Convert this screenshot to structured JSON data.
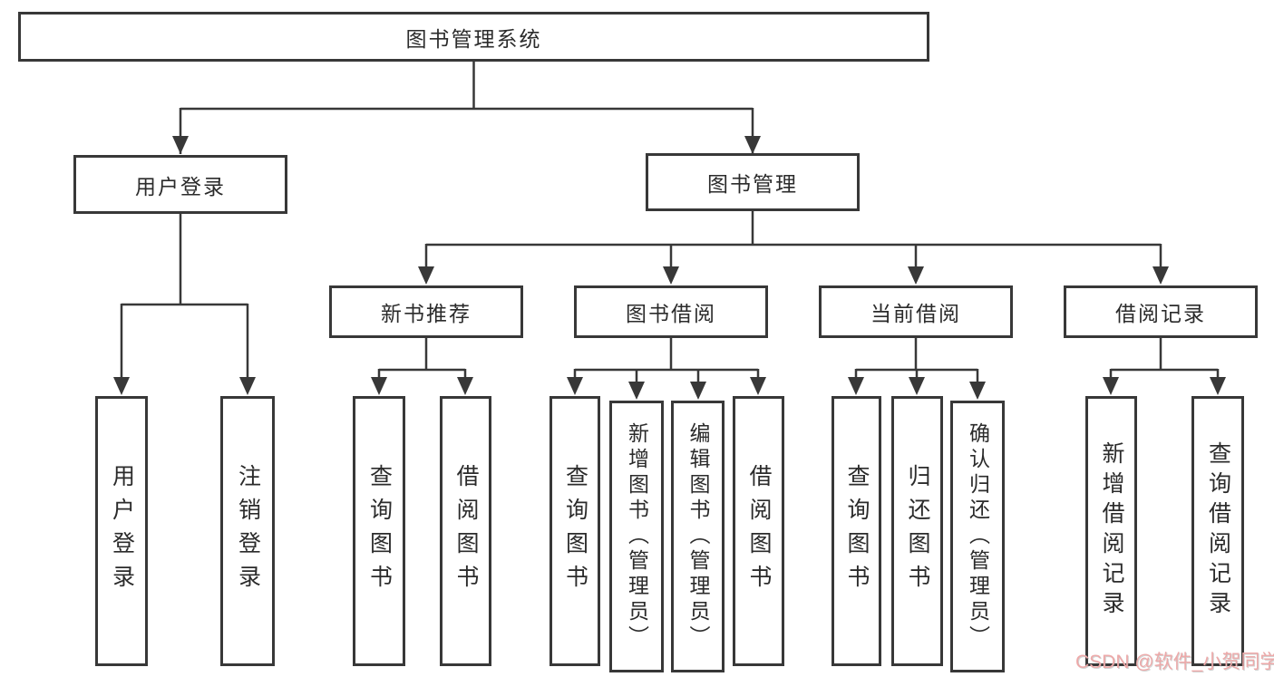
{
  "tree": {
    "label": "图书管理系统",
    "children": [
      {
        "label": "用户登录",
        "children": [
          {
            "label": "用户登录"
          },
          {
            "label": "注销登录"
          }
        ]
      },
      {
        "label": "图书管理",
        "children": [
          {
            "label": "新书推荐",
            "children": [
              {
                "label": "查询图书"
              },
              {
                "label": "借阅图书"
              }
            ]
          },
          {
            "label": "图书借阅",
            "children": [
              {
                "label": "查询图书"
              },
              {
                "label": "新增图书（管理员）"
              },
              {
                "label": "编辑图书（管理员）"
              },
              {
                "label": "借阅图书"
              }
            ]
          },
          {
            "label": "当前借阅",
            "children": [
              {
                "label": "查询图书"
              },
              {
                "label": "归还图书"
              },
              {
                "label": "确认归还（管理员）"
              }
            ]
          },
          {
            "label": "借阅记录",
            "children": [
              {
                "label": "新增借阅记录"
              },
              {
                "label": "查询借阅记录"
              }
            ]
          }
        ]
      }
    ]
  },
  "watermark": {
    "text": "CSDN @软件_小贺同学",
    "color": "#eda9a9"
  },
  "colors": {
    "line": "#383838",
    "box_border": "#383838",
    "text": "#2b2b2b",
    "background": "#ffffff"
  }
}
